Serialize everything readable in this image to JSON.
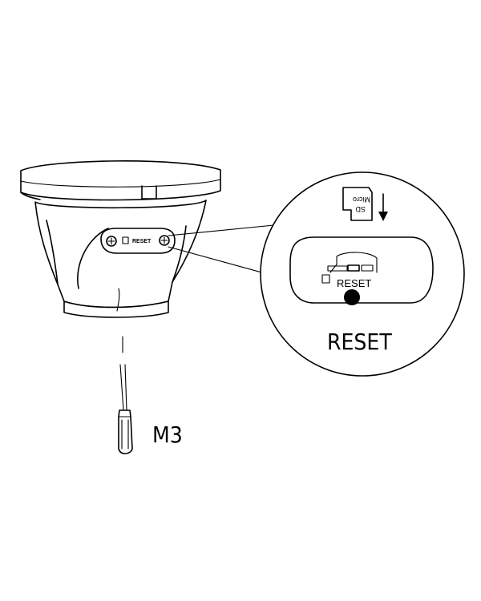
{
  "labels": {
    "reset_callout": "RESET",
    "reset_panel": "RESET",
    "reset_camera": "RESET",
    "screwdriver": "M3",
    "sd_card_line1": "SD",
    "sd_card_line2": "Micro"
  },
  "colors": {
    "line": "#000000",
    "background": "#ffffff"
  }
}
